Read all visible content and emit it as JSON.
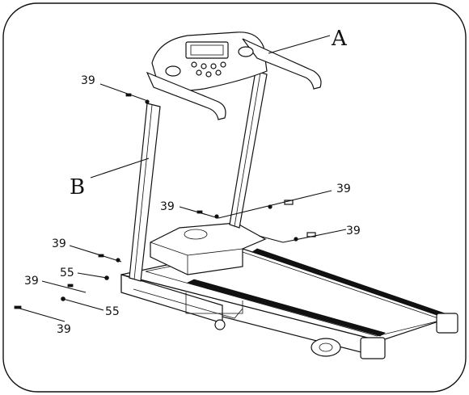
{
  "labels": {
    "part_a": "A",
    "part_b": "B",
    "bolt": "39",
    "washer": "55"
  }
}
